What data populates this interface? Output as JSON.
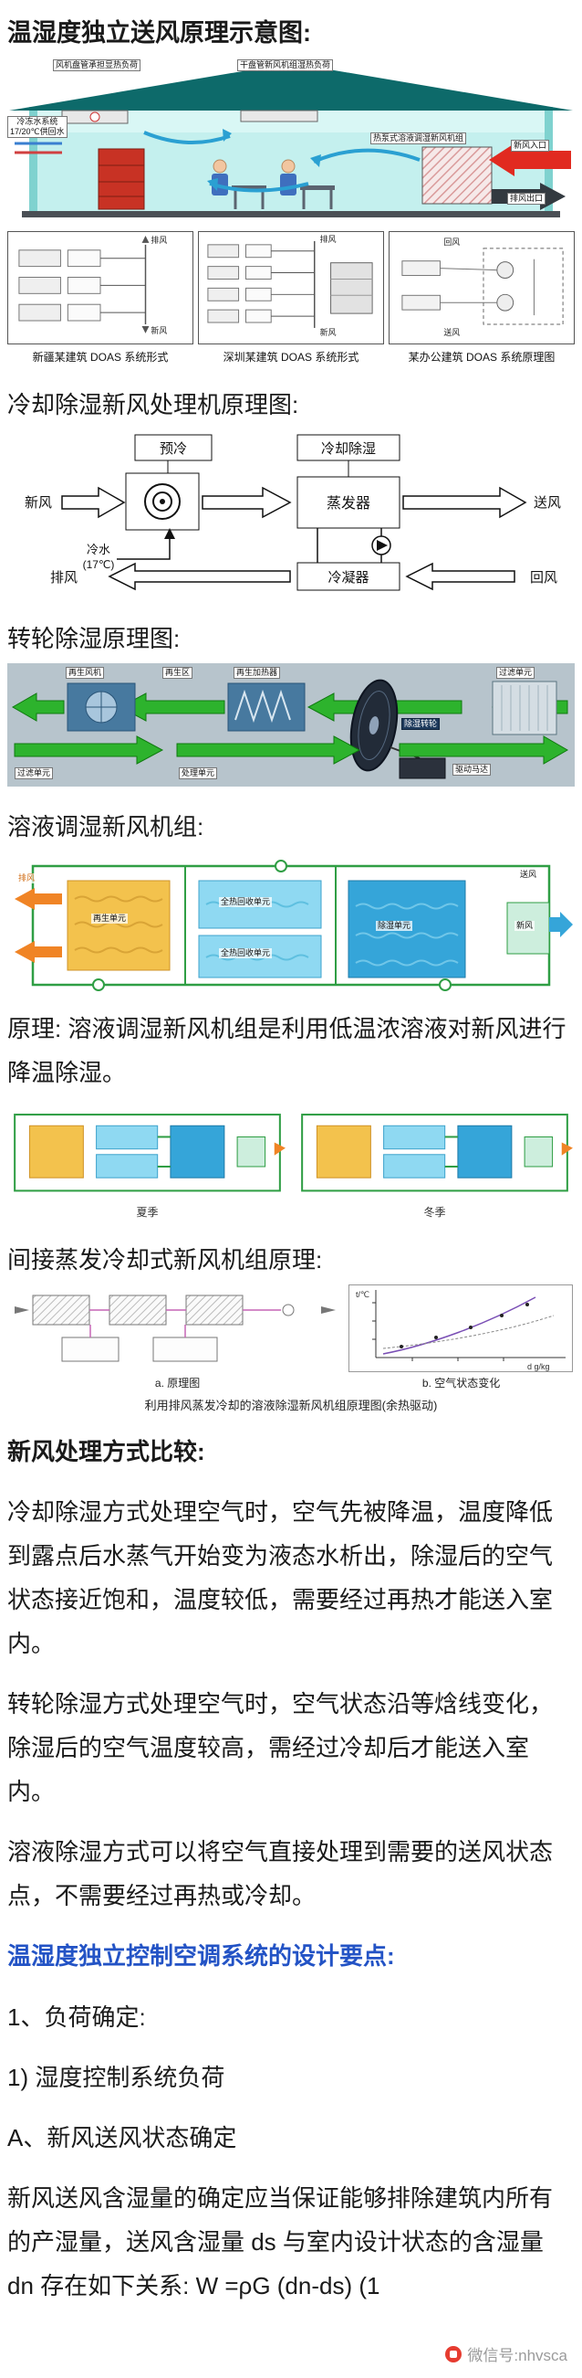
{
  "page": {
    "title": "温湿度独立送风原理示意图:"
  },
  "colors": {
    "design_title": "#2353c5",
    "wechat_logo": "#e63c30",
    "roof": "#0d6a6a",
    "room": "#c4f0ee"
  },
  "house": {
    "labels": {
      "fan_coil": "风机盘管承担显热负荷",
      "dry_unit": "干盘管新风机组湿热负荷",
      "chilled_water_1": "冷冻水系统",
      "chilled_water_2": "17/20℃供回水",
      "heat_pump": "热泵式溶液调湿新风机组",
      "fresh_inlet": "新风入口",
      "exhaust_outlet": "排风出口"
    }
  },
  "doas": {
    "panels": [
      {
        "caption": "新疆某建筑 DOAS 系统形式",
        "labels": [
          "排风",
          "新风"
        ]
      },
      {
        "caption": "深圳某建筑 DOAS 系统形式",
        "labels": [
          "排风",
          "新风"
        ]
      },
      {
        "caption": "某办公建筑 DOAS 系统原理图",
        "labels": [
          "回风",
          "送风"
        ]
      }
    ]
  },
  "cooling": {
    "title": "冷却除湿新风处理机原理图:",
    "precool": "预冷",
    "cool_dehum": "冷却除湿",
    "fresh_air": "新风",
    "supply_air": "送风",
    "evaporator": "蒸发器",
    "chilled_water": "冷水",
    "chilled_water_temp": "(17℃)",
    "exhaust_air": "排风",
    "condenser": "冷凝器",
    "return_air": "回风"
  },
  "rotary": {
    "title": "转轮除湿原理图:",
    "labels": {
      "regen_fan": "再生风机",
      "regen_zone": "再生区",
      "regen_heater": "再生加热器",
      "filter_top": "过滤单元",
      "wheel": "除湿转轮",
      "motor": "驱动马达",
      "process_unit": "处理单元",
      "filter_bottom": "过滤单元"
    }
  },
  "solution": {
    "title": "溶液调湿新风机组:",
    "labels": {
      "regen_unit": "再生单元",
      "heat_recovery_1": "全热回收单元",
      "heat_recovery_2": "全热回收单元",
      "dehum_unit": "除湿单元",
      "fresh_air": "新风",
      "supply_air": "送风",
      "exhaust_air": "排风"
    },
    "principle": "原理: 溶液调湿新风机组是利用低温浓溶液对新风进行降温除湿。"
  },
  "seasons": {
    "summer": "夏季",
    "winter": "冬季"
  },
  "indirect": {
    "title": "间接蒸发冷却式新风机组原理:",
    "caption_a": "a. 原理图",
    "caption_b": "b. 空气状态变化",
    "caption": "利用排风蒸发冷却的溶液除湿新风机组原理图(余热驱动)",
    "axis_y": "t/℃",
    "axis_x": "d g/kg"
  },
  "compare": {
    "title": "新风处理方式比较:",
    "para1": "冷却除湿方式处理空气时，空气先被降温，温度降低到露点后水蒸气开始变为液态水析出，除湿后的空气状态接近饱和，温度较低，需要经过再热才能送入室内。",
    "para2": "转轮除湿方式处理空气时，空气状态沿等焓线变化，除湿后的空气温度较高，需经过冷却后才能送入室内。",
    "para3": "溶液除湿方式可以将空气直接处理到需要的送风状态点，不需要经过再热或冷却。"
  },
  "design": {
    "title": "温湿度独立控制空调系统的设计要点:",
    "item1": "1、负荷确定:",
    "item2": "1) 湿度控制系统负荷",
    "item3": "A、新风送风状态确定",
    "para": "新风送风含湿量的确定应当保证能够排除建筑内所有的产湿量，送风含湿量 ds 与室内设计状态的含湿量 dn 存在如下关系: W =ρG (dn-ds) (1"
  },
  "footer": {
    "wechat": "微信号:nhvsca"
  }
}
